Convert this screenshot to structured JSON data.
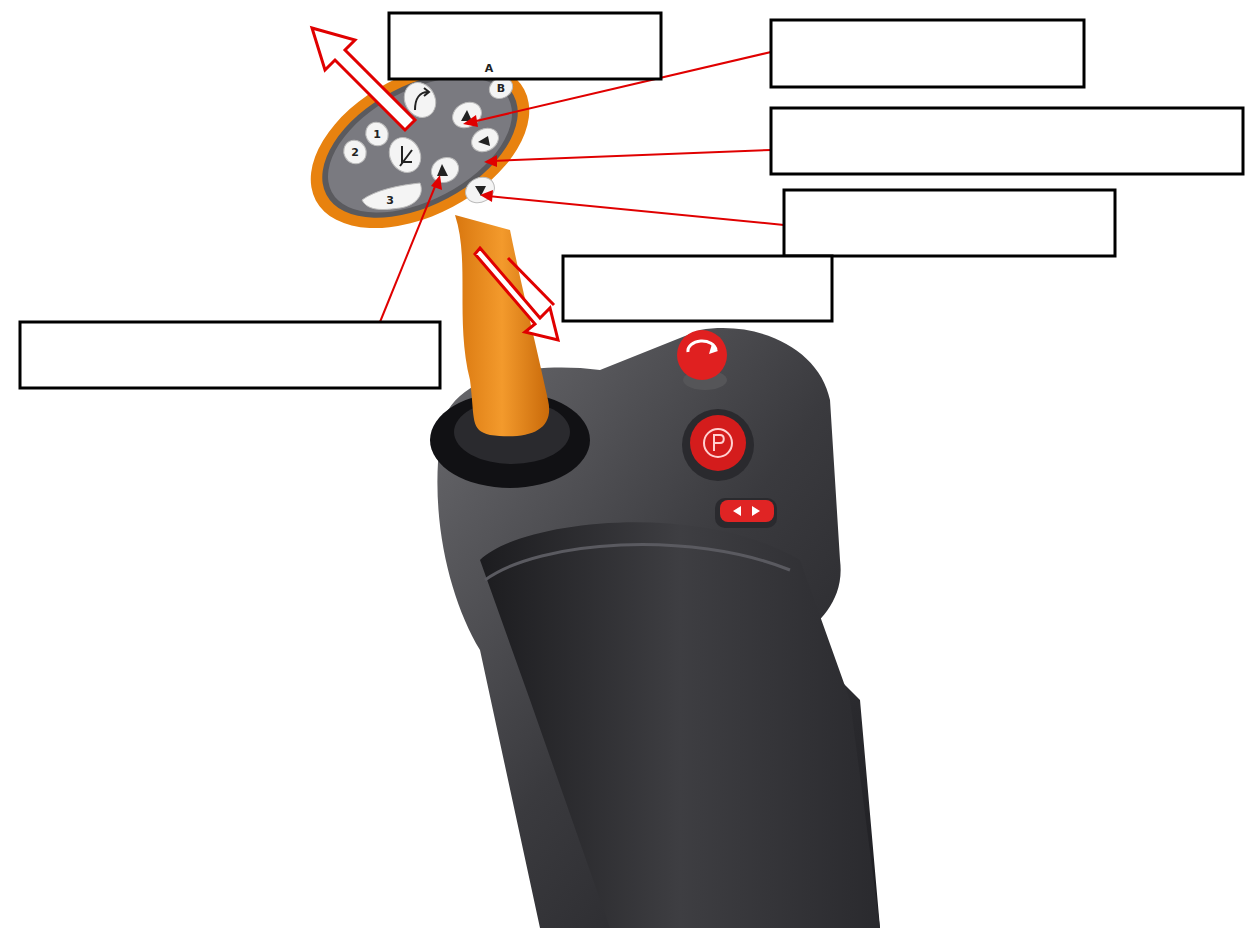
{
  "diagram": {
    "labels": [
      "A",
      "B",
      "1",
      "2",
      "3"
    ]
  }
}
